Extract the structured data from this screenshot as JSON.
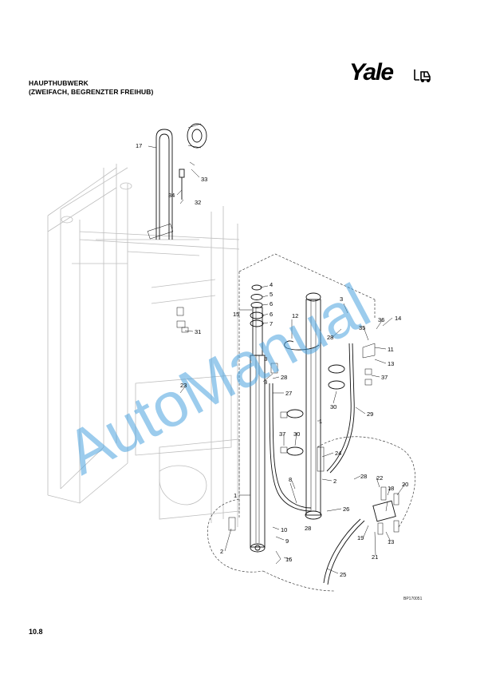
{
  "header": {
    "title_line1": "HAUPTHUBWERK",
    "title_line2": "(ZWEIFACH, BEGRENZTER FREIHUB)"
  },
  "brand": {
    "name": "Yale",
    "color": "#000000"
  },
  "watermark": {
    "text": "AutoManual",
    "color": "#4aa3df"
  },
  "figure_ref": "BP170051",
  "page_number": "10.8",
  "callouts": [
    "17",
    "33",
    "34",
    "32",
    "4",
    "5",
    "6",
    "6",
    "7",
    "3",
    "15",
    "12",
    "28",
    "3",
    "35",
    "36",
    "14",
    "11",
    "13",
    "31",
    "3",
    "28",
    "37",
    "27",
    "23",
    "30",
    "1",
    "29",
    "37",
    "30",
    "24",
    "1",
    "2",
    "28",
    "22",
    "20",
    "8",
    "26",
    "18",
    "10",
    "28",
    "9",
    "19",
    "21",
    "13",
    "2",
    "16",
    "25"
  ]
}
